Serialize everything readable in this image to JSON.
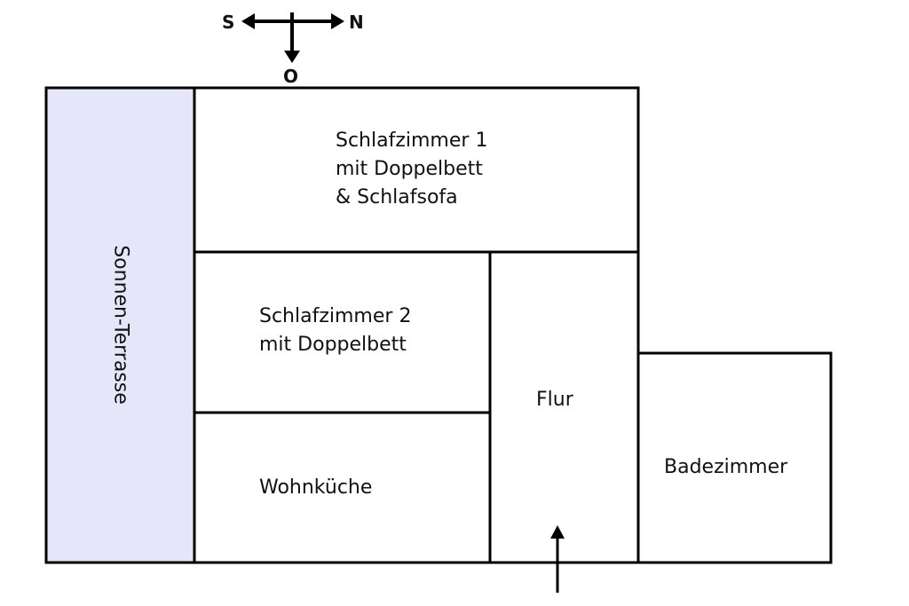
{
  "compass": {
    "south": "S",
    "north": "N",
    "east": "O"
  },
  "rooms": {
    "terrace": {
      "label": "Sonnen-Terrasse",
      "fill": "#e6e6fa"
    },
    "bedroom1": {
      "lines": [
        "Schlafzimmer 1",
        "mit Doppelbett",
        "& Schlafsofa"
      ]
    },
    "bedroom2": {
      "lines": [
        "Schlafzimmer 2",
        "mit Doppelbett"
      ]
    },
    "kitchen": {
      "label": "Wohnküche"
    },
    "hallway": {
      "label": "Flur"
    },
    "bathroom": {
      "label": "Badezimmer"
    }
  },
  "colors": {
    "line": "#000000",
    "background": "#ffffff"
  }
}
